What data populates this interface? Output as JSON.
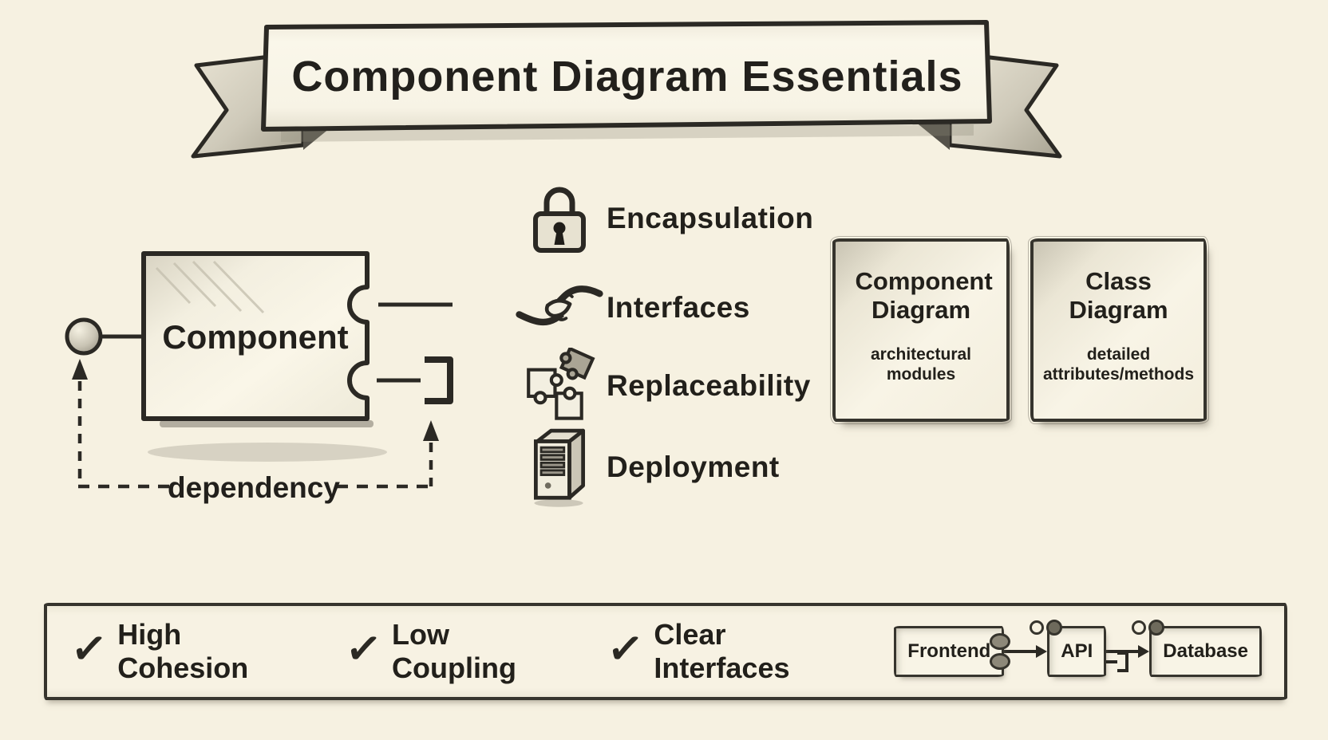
{
  "banner": {
    "title": "Component Diagram Essentials"
  },
  "component_figure": {
    "component_label": "Component",
    "dependency_label": "dependency"
  },
  "principles": [
    {
      "icon": "lock-icon",
      "label": "Encapsulation"
    },
    {
      "icon": "handshake-icon",
      "label": "Interfaces"
    },
    {
      "icon": "puzzle-icon",
      "label": "Replaceability"
    },
    {
      "icon": "server-icon",
      "label": "Deployment"
    }
  ],
  "comparison": [
    {
      "title": "Component Diagram",
      "subtitle": "architectural modules"
    },
    {
      "title": "Class Diagram",
      "subtitle": "detailed attributes/methods"
    }
  ],
  "checklist": {
    "checkmark": "✓",
    "items": [
      "High Cohesion",
      "Low Coupling",
      "Clear Interfaces"
    ]
  },
  "mini_flow": {
    "nodes": [
      "Frontend",
      "API",
      "Database"
    ]
  },
  "colors": {
    "background": "#f6f1e1",
    "ink": "#2b2923",
    "pencil_shade": "#b4af9f",
    "paper_fill": "#f8f4e6"
  }
}
